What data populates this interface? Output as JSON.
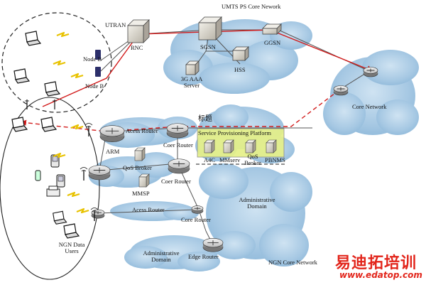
{
  "labels": {
    "umts_core": "UMTS PS Core Nework",
    "utran": "UTRAN",
    "rnc": "RNC",
    "sgsn": "SGSN",
    "ggsn": "GGSN",
    "hss": "HSS",
    "aaa_server": "3G AAA Server",
    "node_b_1": "Node B",
    "node_b_2": "Node B",
    "core_network": "Core Network",
    "title_tag": "标题",
    "spp": "Service Provisioning Platform",
    "acess_router_1": "Acess Router",
    "coer_router_1": "Coer Router",
    "arm": "ARM",
    "qos_broker_1": "QoS Broker",
    "coer_router_2": "Coer Router",
    "mmsp": "MMSP",
    "a4c": "A4C",
    "mmserv": "MMserv",
    "qos_broker_2": "QoS Broker",
    "pbnms": "PBNMS",
    "acess_router_2": "Acess Router",
    "core_router": "Core Router",
    "administrative_domain_1": "Administrative Domain",
    "administrative_domain_2": "Administrative Domain",
    "edge_router": "Edge Router",
    "ngn_core": "NGN Core Network",
    "ngn_users": "NGN Data Users"
  },
  "watermark": {
    "brand": "易迪拓培训",
    "url": "www.edatop.com"
  },
  "colors": {
    "cloud": "#a9cbe5",
    "link_red": "#d21c1c",
    "spp_box": "#e5f088",
    "watermark": "#e2251b"
  }
}
